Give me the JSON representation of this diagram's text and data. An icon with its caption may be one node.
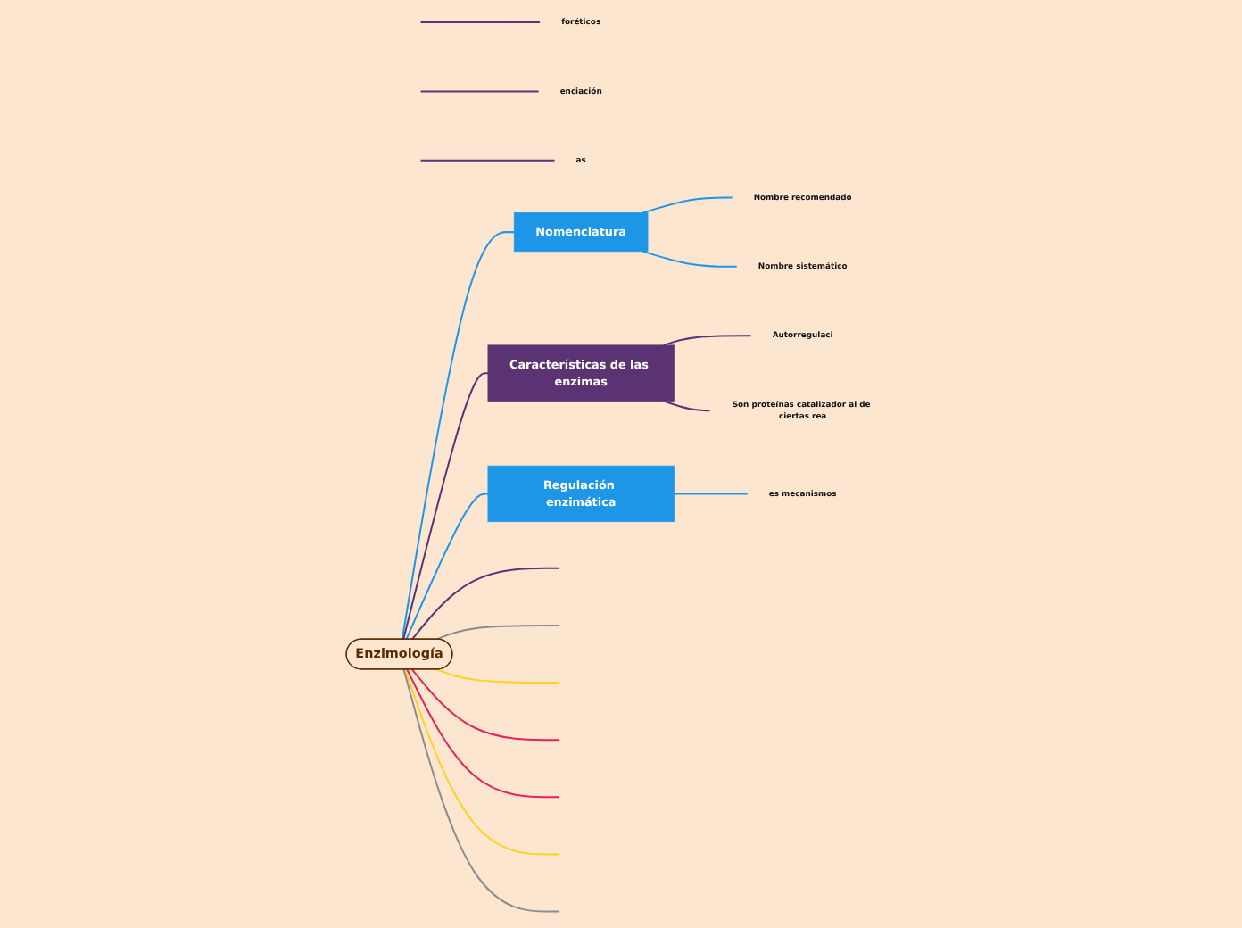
{
  "diagram": {
    "nodes": [
      {
        "text": [
          "Enzimología"
        ]
      },
      {
        "text": [
          "Nomenclatura"
        ]
      },
      {
        "text": [
          "Nombre recomendado"
        ]
      },
      {
        "text": [
          "Nombre sistemático"
        ]
      },
      {
        "text": [
          "Características de las enzimas"
        ]
      },
      {
        "text": [
          "Autorregulaci"
        ]
      },
      {
        "text": [
          "Son proteínas catalizador al de ciertas rea"
        ]
      },
      {
        "text": [
          "Regulación enzimática"
        ]
      },
      {
        "text": [
          "es mecanismos"
        ]
      },
      {
        "text": [
          "foréticos"
        ]
      },
      {
        "text": [
          "enciación"
        ]
      },
      {
        "text": [
          "as"
        ]
      }
    ],
    "edges": [
      {
        "from": 0,
        "to": 1,
        "arrow": "none",
        "color": "#1e96e8"
      },
      {
        "from": 1,
        "to": 2,
        "arrow": "none",
        "color": "#1e96e8"
      },
      {
        "from": 1,
        "to": 3,
        "arrow": "none",
        "color": "#1e96e8"
      },
      {
        "from": 0,
        "to": 4,
        "arrow": "none",
        "color": "#5c3372"
      },
      {
        "from": 4,
        "to": 5,
        "arrow": "none",
        "color": "#5c3372"
      },
      {
        "from": 4,
        "to": 6,
        "arrow": "none",
        "color": "#5c3372"
      },
      {
        "from": 0,
        "to": 7,
        "arrow": "none",
        "color": "#1e96e8"
      },
      {
        "from": 7,
        "to": 8,
        "arrow": "none",
        "color": "#1e96e8"
      },
      {
        "from": null,
        "to": 9,
        "arrow": "none",
        "color": "#5c3372"
      },
      {
        "from": null,
        "to": 10,
        "arrow": "none",
        "color": "#5c3372"
      },
      {
        "from": null,
        "to": 11,
        "arrow": "none",
        "color": "#5c3372"
      },
      {
        "from": 0,
        "to": null,
        "arrow": "none",
        "color": "#5c3372"
      },
      {
        "from": 0,
        "to": null,
        "arrow": "none",
        "color": "#8c8c8c"
      },
      {
        "from": 0,
        "to": null,
        "arrow": "none",
        "color": "#fdd31c"
      },
      {
        "from": 0,
        "to": null,
        "arrow": "none",
        "color": "#e8215a"
      },
      {
        "from": 0,
        "to": null,
        "arrow": "none",
        "color": "#e8215a"
      },
      {
        "from": 0,
        "to": null,
        "arrow": "none",
        "color": "#fdd31c"
      },
      {
        "from": 0,
        "to": null,
        "arrow": "none",
        "color": "#8c8c8c"
      }
    ]
  }
}
